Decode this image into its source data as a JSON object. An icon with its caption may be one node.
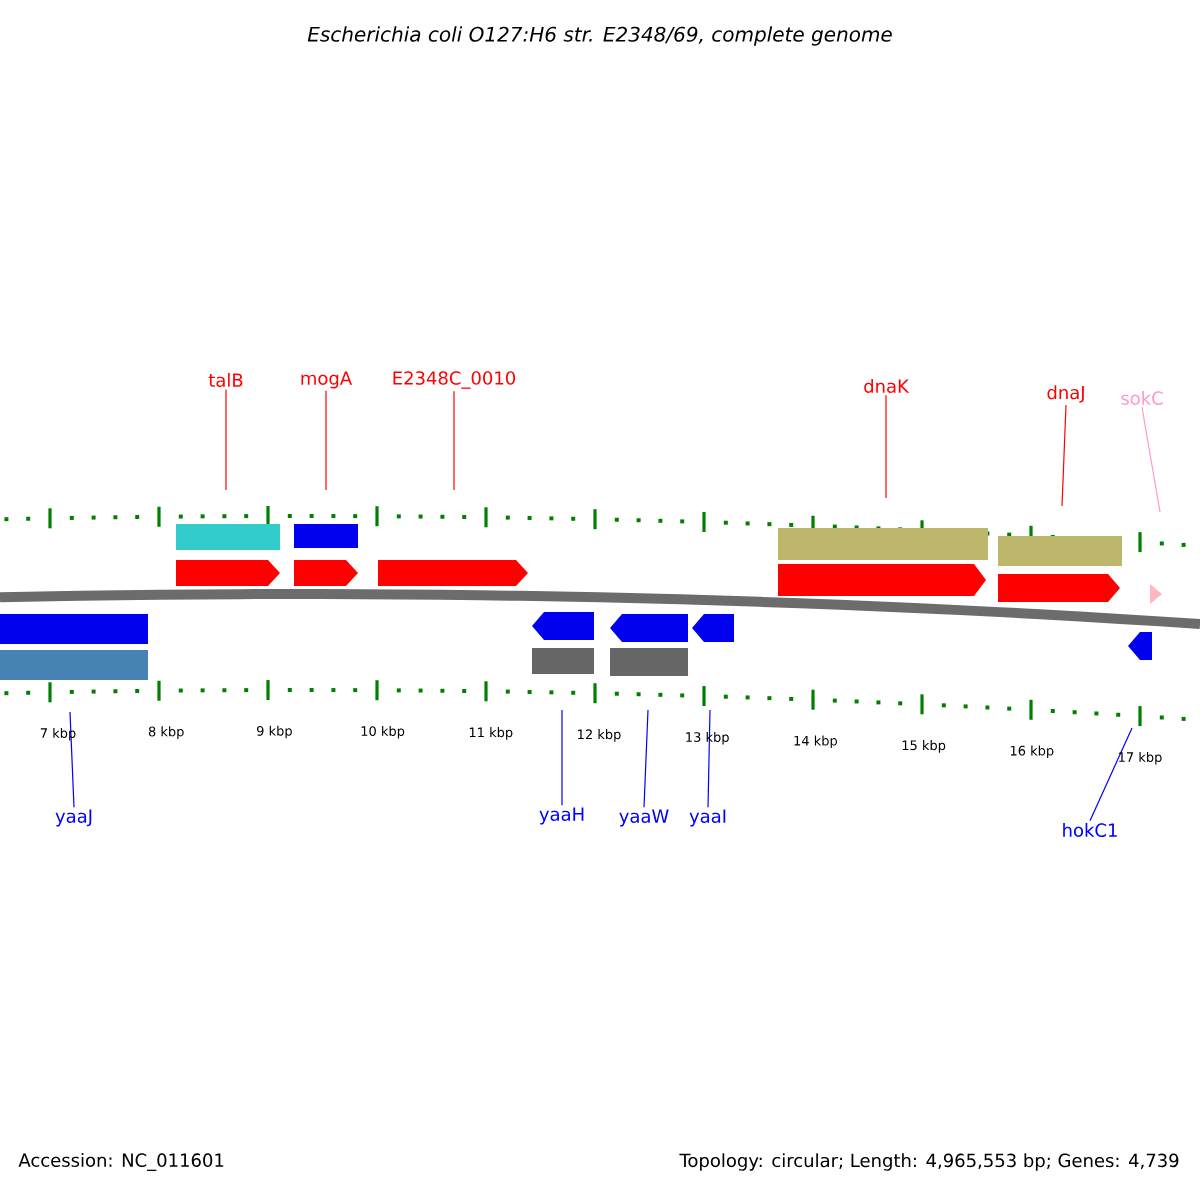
{
  "diagram": {
    "title": "Escherichia coli O127:H6 str. E2348/69, complete genome",
    "nodes": [
      {
        "text": [
          "talB"
        ]
      },
      {
        "text": [
          "mogA"
        ]
      },
      {
        "text": [
          "E2348C_0010"
        ]
      },
      {
        "text": [
          "dnaK"
        ]
      },
      {
        "text": [
          "dnaJ"
        ]
      },
      {
        "text": [
          "sokC"
        ]
      },
      {
        "text": [
          "yaaJ"
        ]
      },
      {
        "text": [
          "yaaH"
        ]
      },
      {
        "text": [
          "yaaW"
        ]
      },
      {
        "text": [
          "yaaI"
        ]
      },
      {
        "text": [
          "hokC1"
        ]
      },
      {
        "text": [],
        "shape": "picture"
      }
    ],
    "edges": [
      {
        "from": 0,
        "to": 11,
        "arrow": "none",
        "color": "#ff0000"
      },
      {
        "from": 1,
        "to": 11,
        "arrow": "none",
        "color": "#ff0000"
      },
      {
        "from": 2,
        "to": 11,
        "arrow": "none",
        "color": "#ff0000"
      },
      {
        "from": 3,
        "to": 11,
        "arrow": "none",
        "color": "#ff0000"
      },
      {
        "from": 4,
        "to": 11,
        "arrow": "none",
        "color": "#ff0000"
      },
      {
        "from": 5,
        "to": 11,
        "arrow": "none",
        "color": "#ff99cc"
      },
      {
        "from": 6,
        "to": 11,
        "arrow": "none",
        "color": "#0000ff"
      },
      {
        "from": 7,
        "to": 11,
        "arrow": "none",
        "color": "#0000ff"
      },
      {
        "from": 8,
        "to": 11,
        "arrow": "none",
        "color": "#0000ff"
      },
      {
        "from": 9,
        "to": 11,
        "arrow": "none",
        "color": "#0000ff"
      },
      {
        "from": 10,
        "to": 11,
        "arrow": "none",
        "color": "#0000ff"
      }
    ],
    "labels": [
      "7 kbp",
      "8 kbp",
      "9 kbp",
      "10 kbp",
      "11 kbp",
      "12 kbp",
      "13 kbp",
      "14 kbp",
      "15 kbp",
      "16 kbp",
      "17 kbp",
      "Accession: NC_011601",
      "Topology: circular; Length: 4,965,553 bp; Genes: 4,739"
    ]
  }
}
